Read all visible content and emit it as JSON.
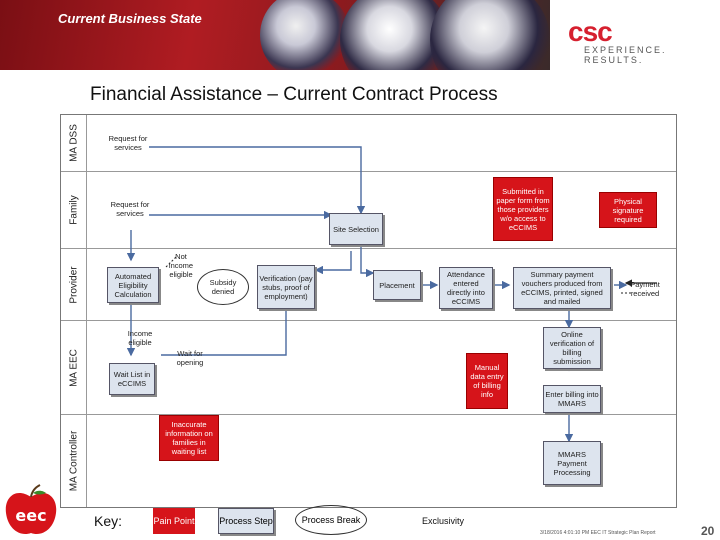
{
  "header": {
    "title": "Current Business State"
  },
  "logo": {
    "brand": "csc",
    "tagline": "EXPERIENCE. RESULTS."
  },
  "page": {
    "title": "Financial Assistance – Current Contract Process"
  },
  "lanes": [
    {
      "label": "MA DSS"
    },
    {
      "label": "Family"
    },
    {
      "label": "Provider"
    },
    {
      "label": "MA EEC"
    },
    {
      "label": "MA Controller"
    }
  ],
  "nodes": {
    "request_dss": "Request for services",
    "request_family": "Request for services",
    "submitted_paper": "Submitted in paper form from those providers w/o access to eCCIMS",
    "physical_signature": "Physical signature required",
    "site_selection": "Site Selection",
    "not_income_eligible": "Not income eligible",
    "automated_eligibility": "Automated Eligibility Calculation",
    "subsidy_denied": "Subsidy denied",
    "verification": "Verification (pay stubs, proof of employment)",
    "placement": "Placement",
    "attendance": "Attendance entered directly into eCCIMS",
    "summary_payment": "Summary payment vouchers produced from eCCIMS, printed, signed and mailed",
    "payment_received": "Payment received",
    "income_eligible": "Income eligible",
    "waitlist_opening": "Wait for opening",
    "wait_list": "Wait List in eCCIMS",
    "manual_data_entry": "Manual data entry of billing info",
    "online_verification": "Online verification of billing submission",
    "enter_billing": "Enter billing into MMARS",
    "inaccurate_info": "Inaccurate information on families in waiting list",
    "mmars_payment": "MMARS Payment Processing"
  },
  "key": {
    "label": "Key:",
    "pain_point": "Pain Point",
    "process_step": "Process Step",
    "process_break": "Process Break",
    "exclusivity": "Exclusivity"
  },
  "footer": {
    "text": "3/18/2016 4:01:10 PM EEC IT Strategic Plan Report",
    "page_number": "20"
  },
  "colors": {
    "pain": "#d6141a",
    "step_fill": "#dde4ee",
    "banner": "#b01c22"
  }
}
